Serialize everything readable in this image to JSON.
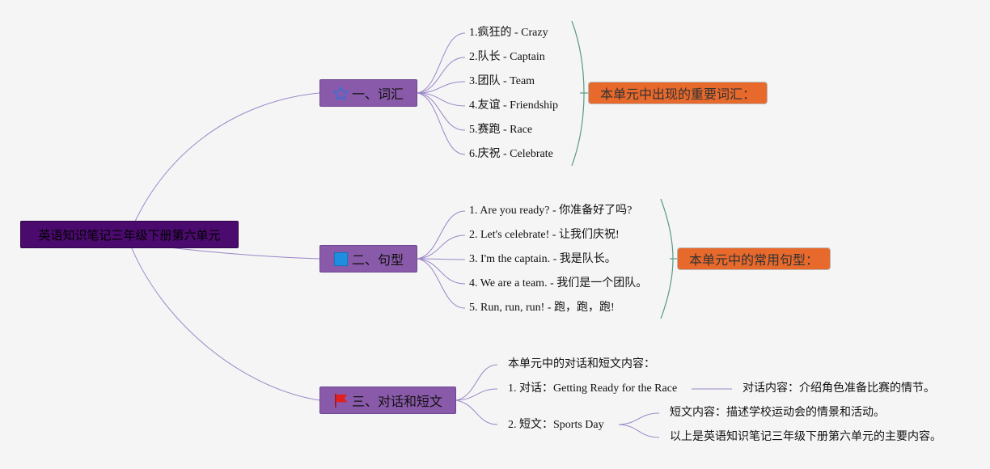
{
  "root": {
    "title": "英语知识笔记三年级下册第六单元"
  },
  "branches": [
    {
      "title": "一、词汇",
      "icon": "star-icon",
      "icon_color": "#3b6fd6",
      "items": [
        "1.疯狂的 - Crazy",
        "2.队长 - Captain",
        "3.团队 - Team",
        "4.友谊 - Friendship",
        "5.赛跑 - Race",
        "6.庆祝 - Celebrate"
      ],
      "summary": "本单元中出现的重要词汇："
    },
    {
      "title": "二、句型",
      "icon": "blue-square-icon",
      "icon_color": "#1e8fe0",
      "items": [
        "1. Are you ready? - 你准备好了吗?",
        "2. Let's celebrate! - 让我们庆祝!",
        "3. I'm the captain. - 我是队长。",
        "4. We are a team. - 我们是一个团队。",
        "5. Run, run, run! - 跑，跑，跑!"
      ],
      "summary": "本单元中的常用句型："
    },
    {
      "title": "三、对话和短文",
      "icon": "red-flag-icon",
      "icon_color": "#e02020",
      "intro": "本单元中的对话和短文内容：",
      "dialogue": {
        "label": "1. 对话：Getting Ready for the Race",
        "detail": "对话内容：介绍角色准备比赛的情节。"
      },
      "passage": {
        "label": "2. 短文：Sports Day",
        "details": [
          "短文内容：描述学校运动会的情景和活动。",
          "以上是英语知识笔记三年级下册第六单元的主要内容。"
        ]
      }
    }
  ],
  "colors": {
    "root_bg": "#4b0a6e",
    "branch_bg": "#8a5aaa",
    "summary_bg": "#e8692c",
    "link": "#9a86c8",
    "bracket": "#5a9a80"
  }
}
